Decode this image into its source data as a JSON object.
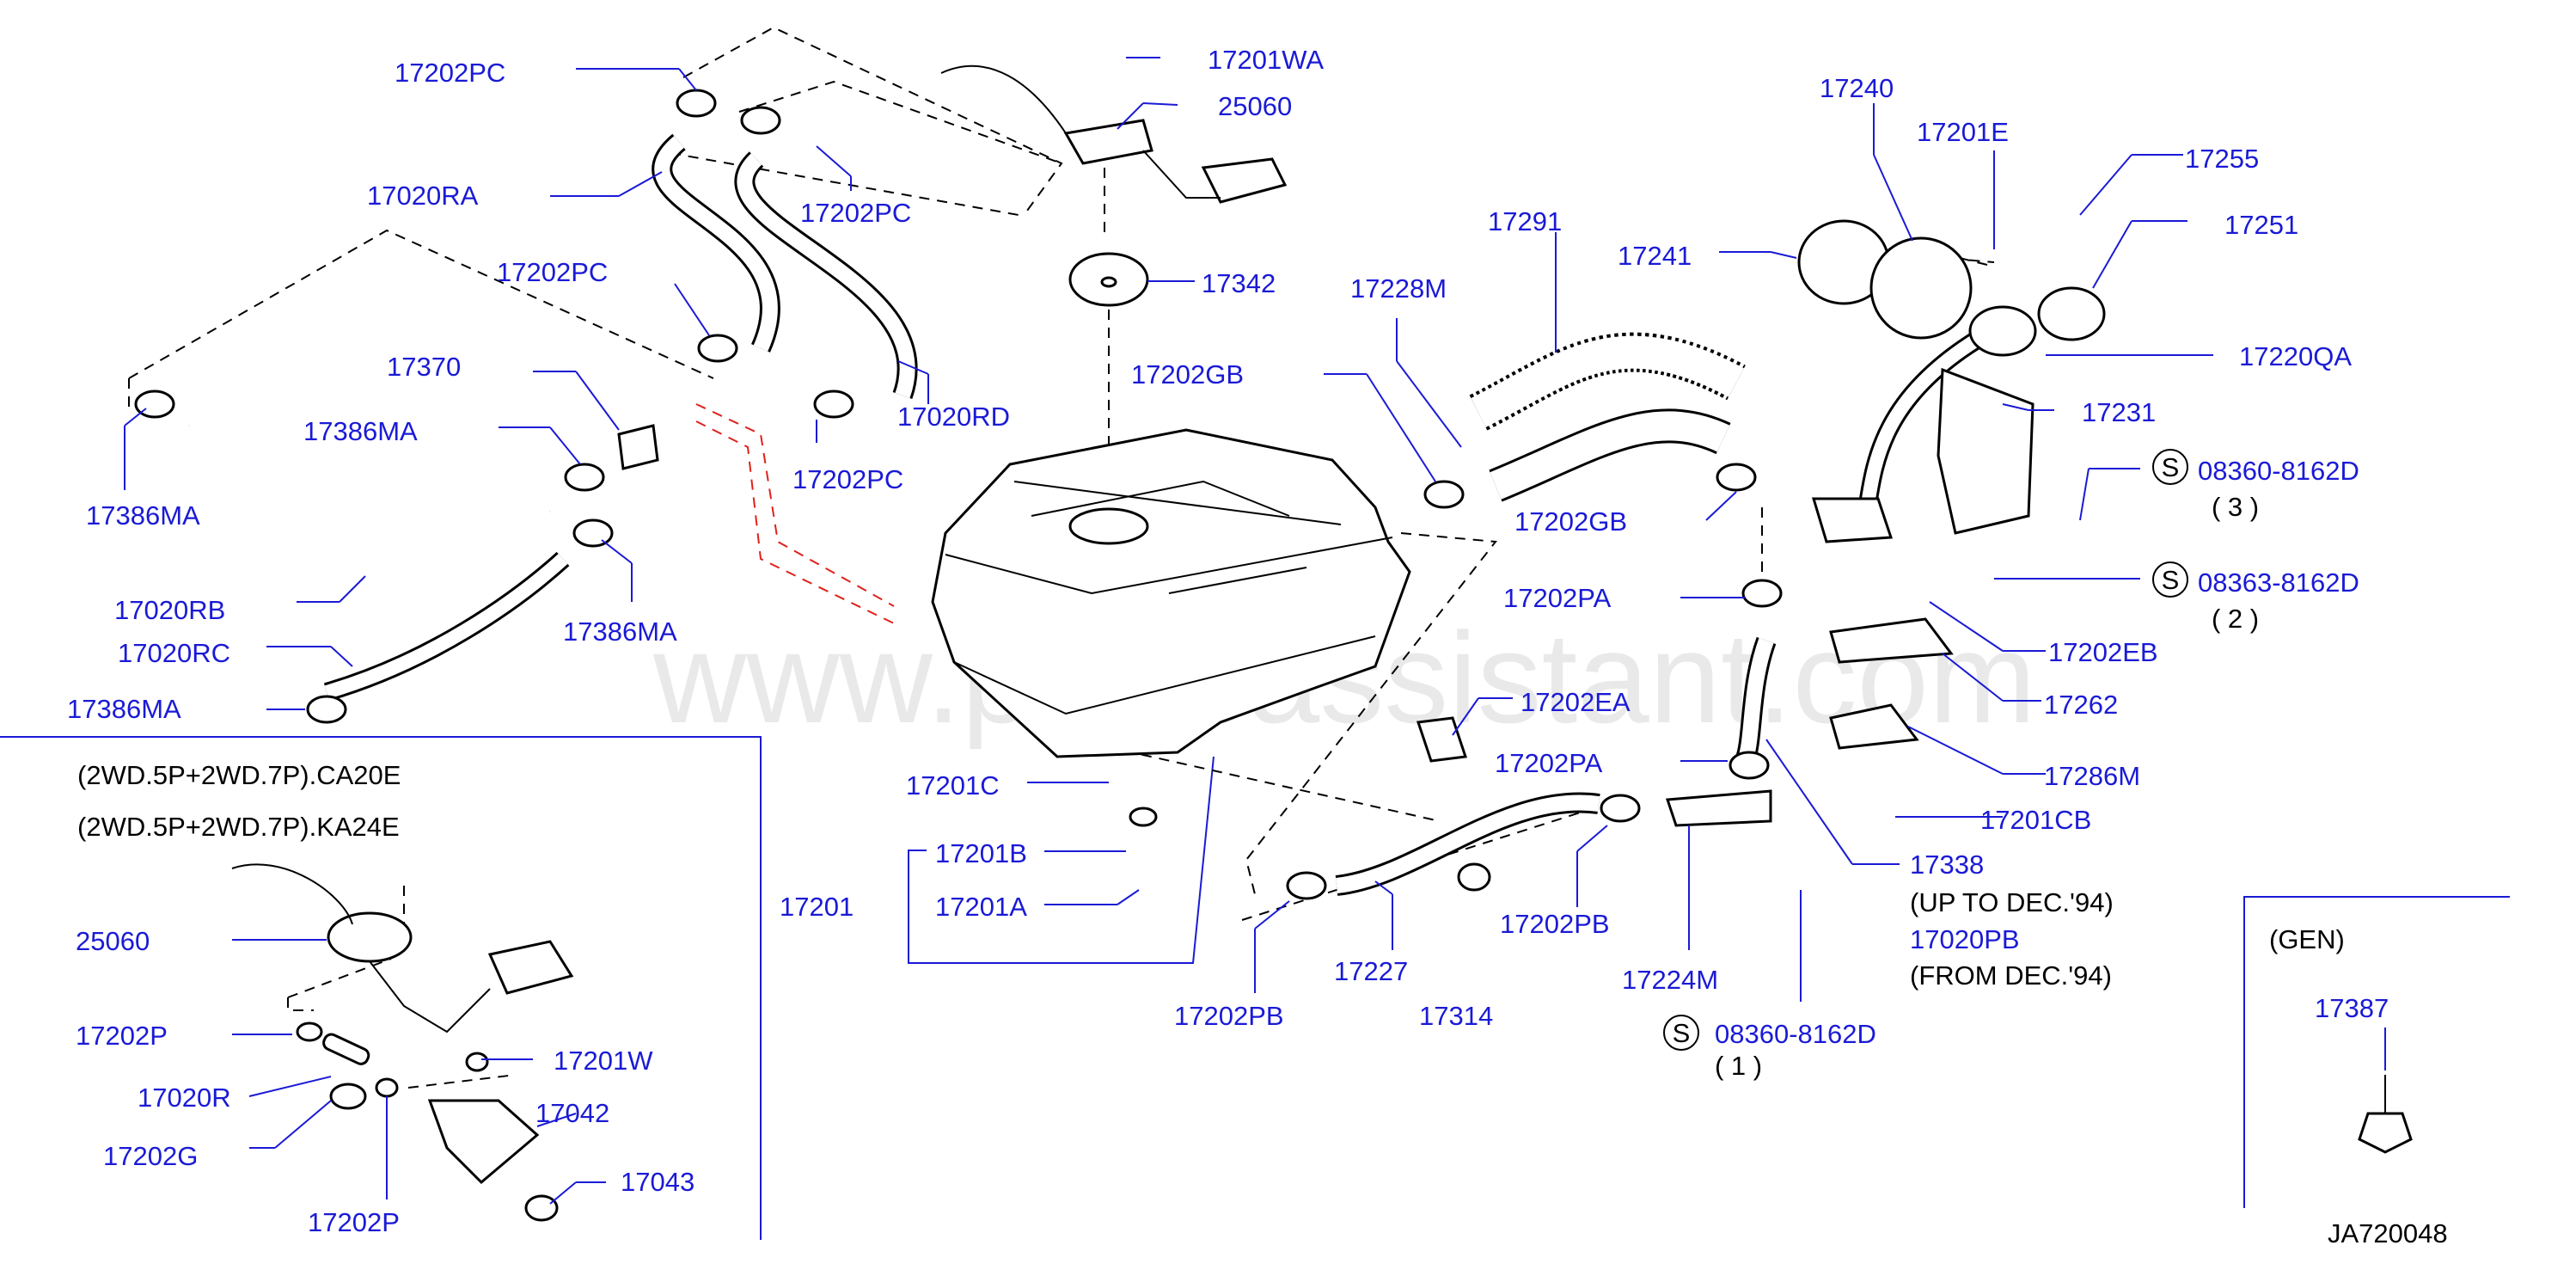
{
  "labels": {
    "p17202PC_a": "17202PC",
    "p17201WA": "17201WA",
    "p25060_a": "25060",
    "p17202PC_b": "17202PC",
    "p17020RA": "17020RA",
    "p17202PC_c": "17202PC",
    "p17342": "17342",
    "p17370": "17370",
    "p17020RD": "17020RD",
    "p17386MA_a": "17386MA",
    "p17202PC_d": "17202PC",
    "p17386MA_b": "17386MA",
    "p17020RB": "17020RB",
    "p17386MA_c": "17386MA",
    "p17020RC": "17020RC",
    "p17386MA_d": "17386MA",
    "p17240": "17240",
    "p17201E": "17201E",
    "p17255": "17255",
    "p17291": "17291",
    "p17241": "17241",
    "p17251": "17251",
    "p17228M": "17228M",
    "p17220QA": "17220QA",
    "p17202GB_a": "17202GB",
    "p17231": "17231",
    "p08360_a": "08360-8162D",
    "q08360_a": "( 3 )",
    "p17202GB_b": "17202GB",
    "p08363": "08363-8162D",
    "q08363": "( 2 )",
    "p17202PA_a": "17202PA",
    "p17202EB": "17202EB",
    "p17262": "17262",
    "p17202EA": "17202EA",
    "p17202PA_b": "17202PA",
    "p17286M": "17286M",
    "p17201C": "17201C",
    "p17201CB": "17201CB",
    "p17201B": "17201B",
    "p17338": "17338",
    "p17201": "17201",
    "p17201A": "17201A",
    "p17202PB_a": "17202PB",
    "p17020PB": "17020PB",
    "p17227": "17227",
    "p17224M": "17224M",
    "p17202PB_b": "17202PB",
    "p17314": "17314",
    "p08360_b": "08360-8162D",
    "q08360_b": "( 1 )",
    "p25060_b": "25060",
    "p17202P_a": "17202P",
    "p17201W": "17201W",
    "p17020R": "17020R",
    "p17042": "17042",
    "p17202G": "17202G",
    "p17043": "17043",
    "p17202P_b": "17202P",
    "p17387": "17387"
  },
  "notes": {
    "variant1": "(2WD.5P+2WD.7P).CA20E",
    "variant2": "(2WD.5P+2WD.7P).KA24E",
    "up_to": "(UP TO DEC.'94)",
    "from": "(FROM DEC.'94)",
    "gen": "(GEN)",
    "code": "JA720048"
  },
  "symbols": {
    "s1": "S",
    "s2": "S",
    "s3": "S"
  },
  "watermark": "www.partsassistant.com",
  "colors": {
    "label": "#1a1ad6",
    "line": "#000000",
    "accent_dash": "#e0201a"
  }
}
